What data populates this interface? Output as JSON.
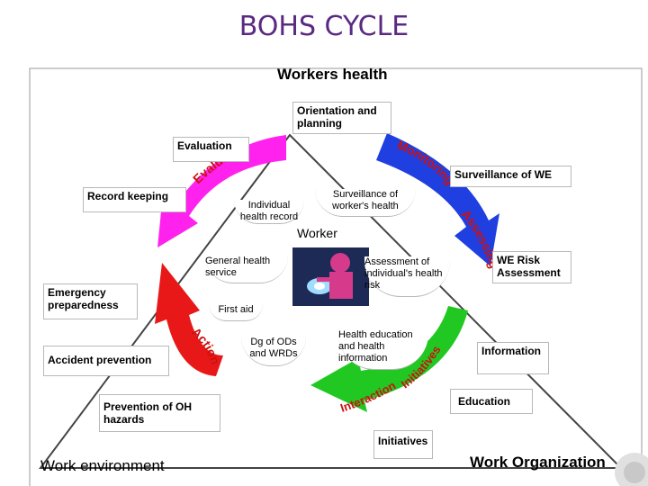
{
  "title": "BOHS CYCLE",
  "colors": {
    "title": "#5a2a82",
    "arrow_blue": "#1f3fe0",
    "arrow_magenta": "#ff22ee",
    "arrow_red": "#e81818",
    "arrow_green": "#22c822",
    "arrow_label_red": "#cc1111",
    "triangle": "#444444"
  },
  "outer": {
    "top_label": "Workers health",
    "bottom_left_label": "Work environment",
    "bottom_right_label": "Work Organization"
  },
  "center_label": "Worker",
  "arc_labels": {
    "evaluation": "Evaluation",
    "monitoring": "Monitoring",
    "assessing": "Assessing",
    "action": "Action",
    "interaction": "Interaction",
    "initiatives": "Initiatives"
  },
  "boxes": {
    "orientation": "Orientation and planning",
    "evaluation": "Evaluation",
    "surveillance_we": "Surveillance of WE",
    "record_keeping": "Record keeping",
    "we_risk": "WE Risk Assessment",
    "emergency": "Emergency preparedness",
    "accident": "Accident prevention",
    "information": "Information",
    "education": "Education",
    "prevention": "Prevention of OH hazards",
    "initiatives": "Initiatives"
  },
  "inner": {
    "individual_record": "Individual health record",
    "surveillance_worker": "Surveillance of worker's health",
    "general_health": "General health service",
    "assessment_individual": "Assessment of individual's health risk",
    "first_aid": "First aid",
    "dg_odss": "Dg of ODs and WRDs",
    "health_education": "Health education and health information"
  }
}
